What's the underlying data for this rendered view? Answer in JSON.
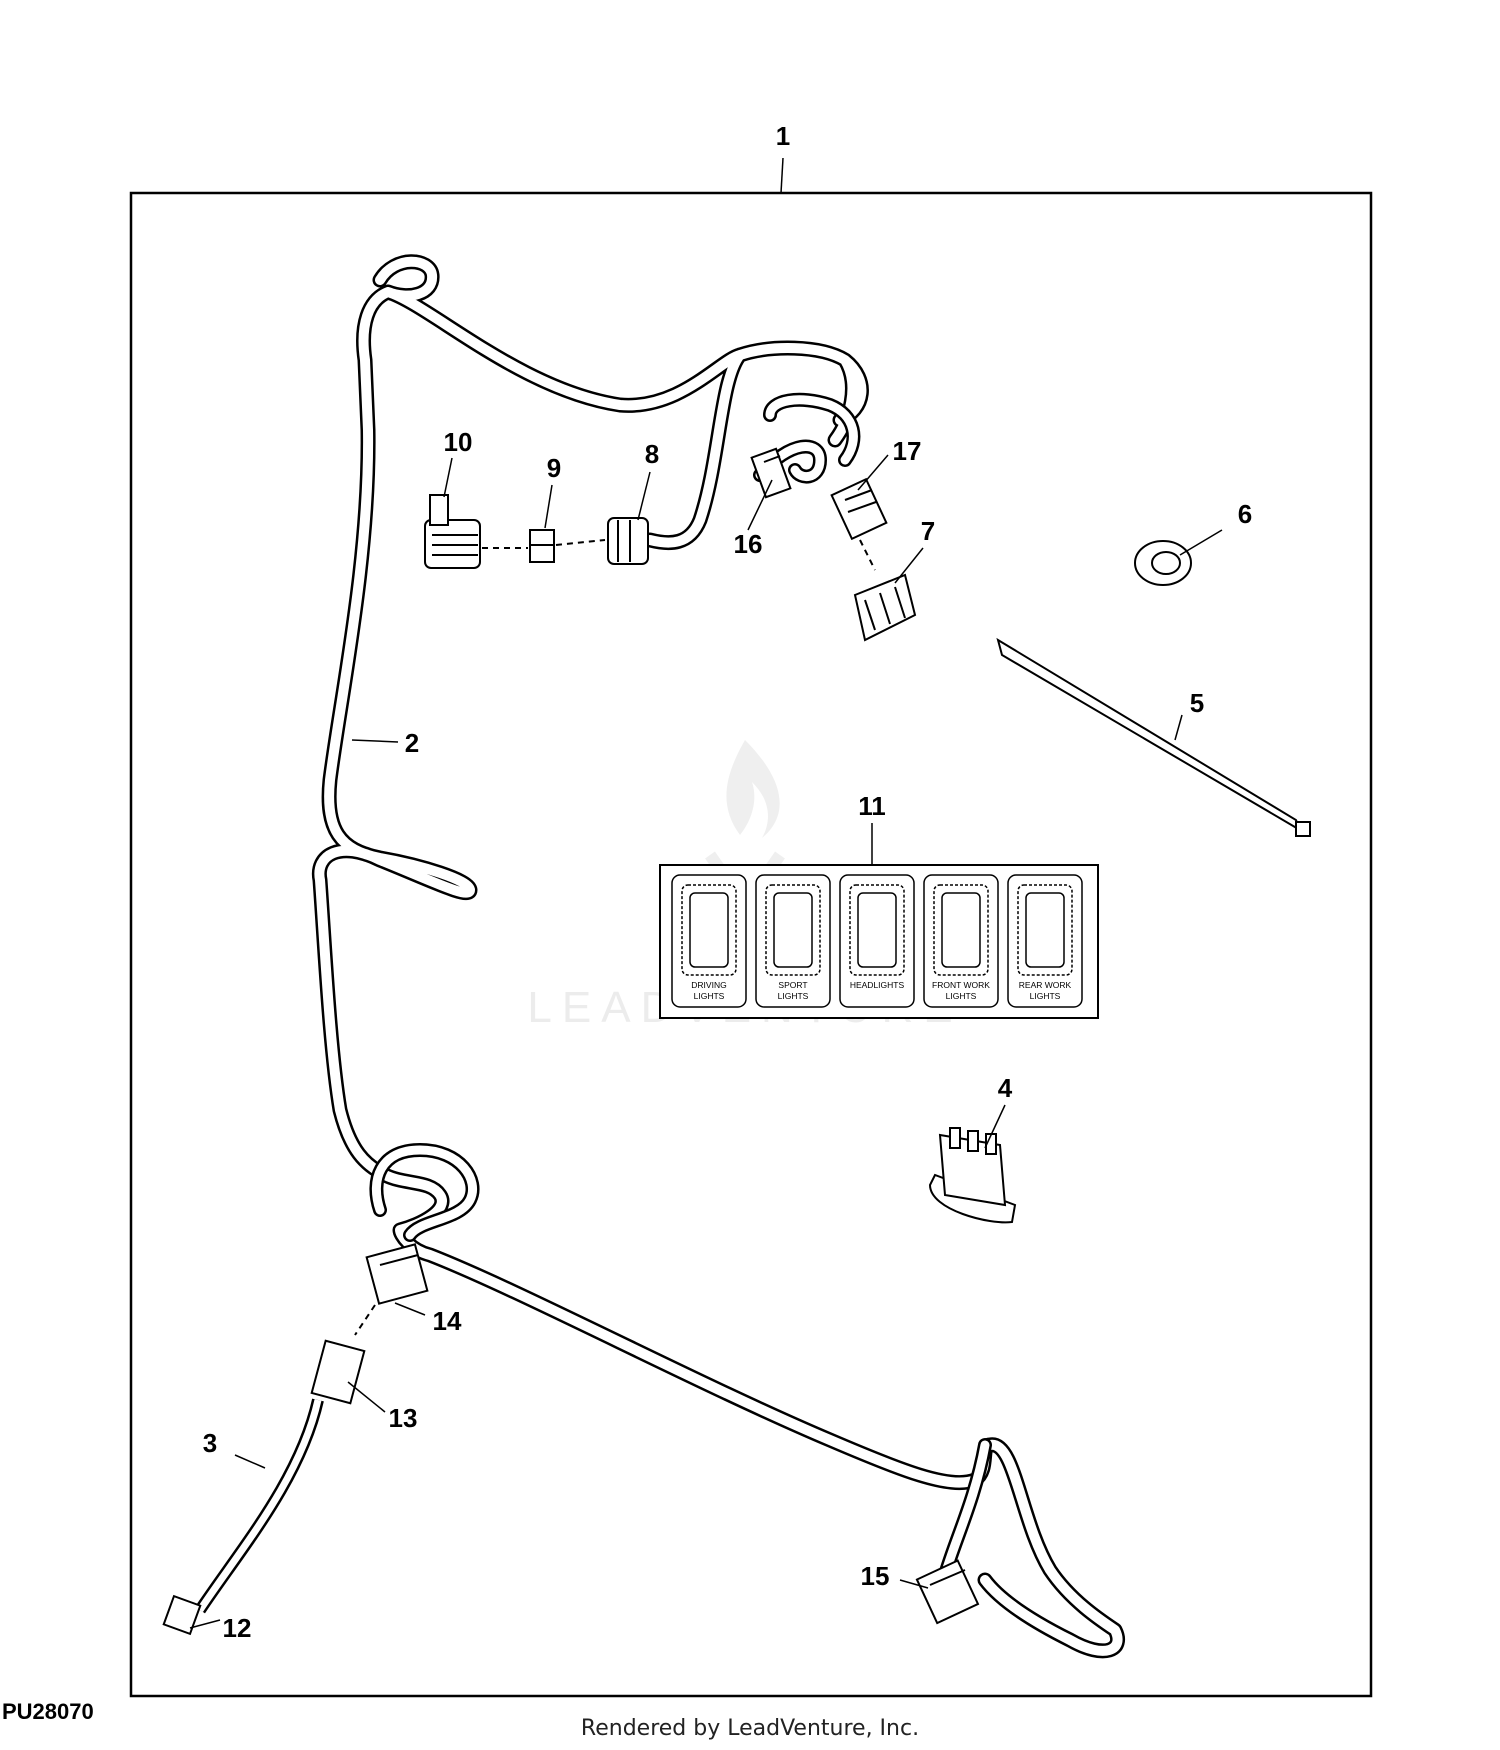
{
  "figure_id": "PU28070",
  "credit": "Rendered by LeadVenture, Inc.",
  "watermark": "LEADVENTURE",
  "callouts": [
    {
      "id": "1",
      "label": "1"
    },
    {
      "id": "2",
      "label": "2"
    },
    {
      "id": "3",
      "label": "3"
    },
    {
      "id": "4",
      "label": "4"
    },
    {
      "id": "5",
      "label": "5"
    },
    {
      "id": "6",
      "label": "6"
    },
    {
      "id": "7",
      "label": "7"
    },
    {
      "id": "8",
      "label": "8"
    },
    {
      "id": "9",
      "label": "9"
    },
    {
      "id": "10",
      "label": "10"
    },
    {
      "id": "11",
      "label": "11"
    },
    {
      "id": "12",
      "label": "12"
    },
    {
      "id": "13",
      "label": "13"
    },
    {
      "id": "14",
      "label": "14"
    },
    {
      "id": "15",
      "label": "15"
    },
    {
      "id": "16",
      "label": "16"
    },
    {
      "id": "17",
      "label": "17"
    }
  ],
  "decal_labels": [
    {
      "line1": "DRIVING",
      "line2": "LIGHTS"
    },
    {
      "line1": "SPORT",
      "line2": "LIGHTS"
    },
    {
      "line1": "HEADLIGHTS",
      "line2": ""
    },
    {
      "line1": "FRONT WORK",
      "line2": "LIGHTS"
    },
    {
      "line1": "REAR WORK",
      "line2": "LIGHTS"
    }
  ]
}
